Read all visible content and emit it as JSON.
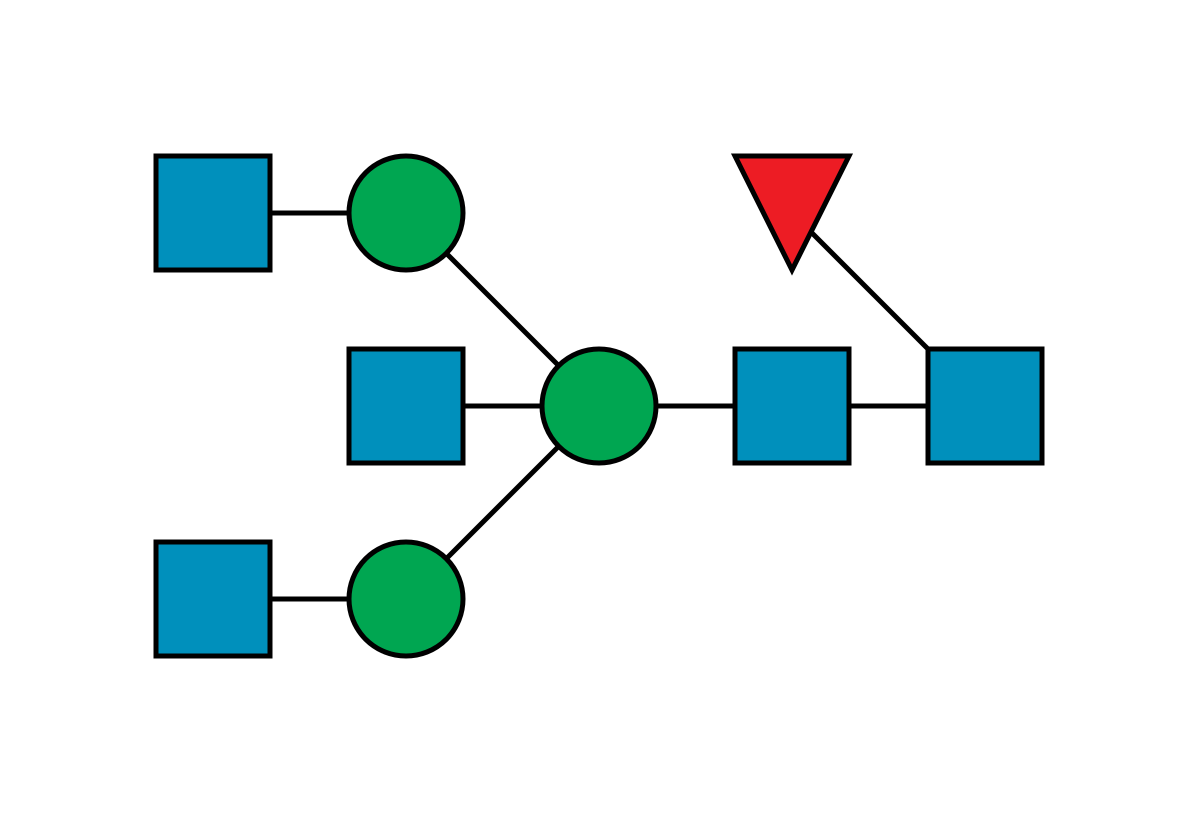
{
  "colors": {
    "square": "#0090BC",
    "circle": "#00A651",
    "triangle": "#ED1C24",
    "outline": "#000000",
    "background": "#FFFFFF"
  },
  "nodes": [
    {
      "id": "square-top-left",
      "shape": "square"
    },
    {
      "id": "circle-top",
      "shape": "circle"
    },
    {
      "id": "square-middle-left",
      "shape": "square"
    },
    {
      "id": "circle-center",
      "shape": "circle"
    },
    {
      "id": "square-bottom-left",
      "shape": "square"
    },
    {
      "id": "circle-bottom",
      "shape": "circle"
    },
    {
      "id": "square-center-right",
      "shape": "square"
    },
    {
      "id": "square-far-right",
      "shape": "square"
    },
    {
      "id": "triangle-top-right",
      "shape": "triangle"
    }
  ],
  "edges": [
    {
      "from": "square-top-left",
      "to": "circle-top"
    },
    {
      "from": "circle-top",
      "to": "circle-center"
    },
    {
      "from": "square-middle-left",
      "to": "circle-center"
    },
    {
      "from": "circle-bottom",
      "to": "circle-center"
    },
    {
      "from": "square-bottom-left",
      "to": "circle-bottom"
    },
    {
      "from": "circle-center",
      "to": "square-center-right"
    },
    {
      "from": "square-center-right",
      "to": "square-far-right"
    },
    {
      "from": "triangle-top-right",
      "to": "square-far-right"
    }
  ]
}
